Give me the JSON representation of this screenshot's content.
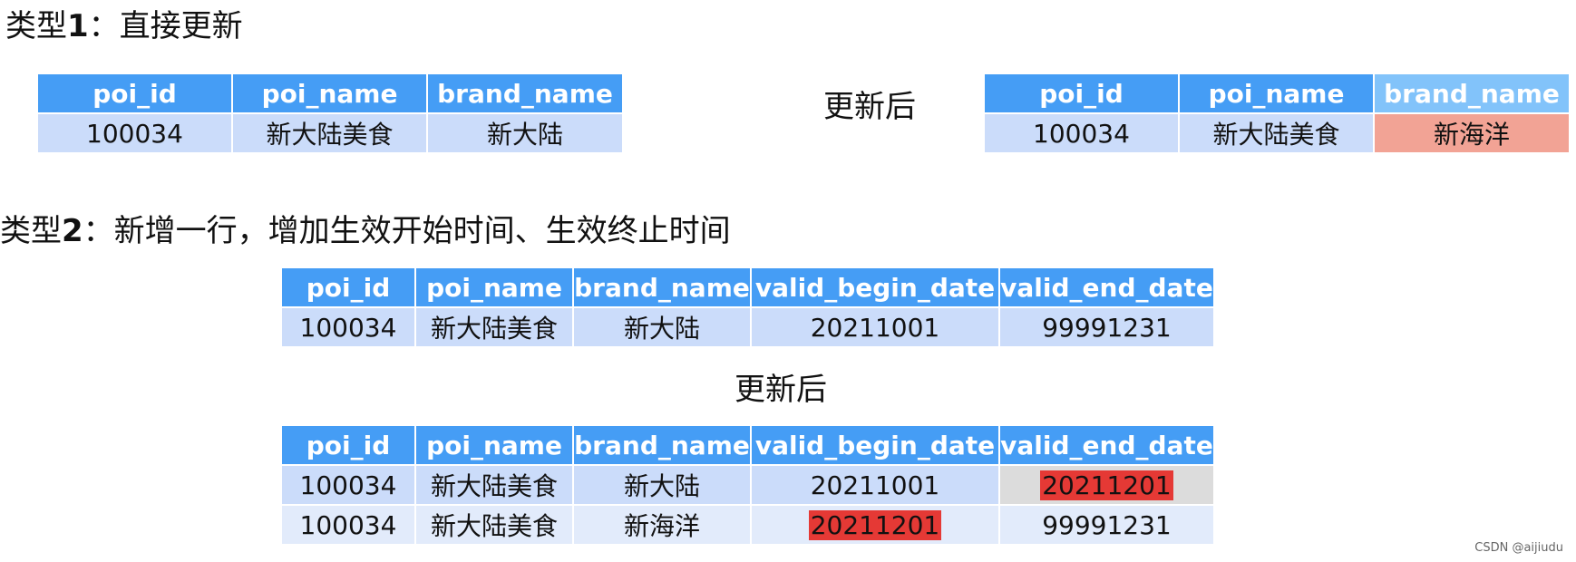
{
  "type1": {
    "heading_prefix": "类型",
    "heading_num": "1",
    "heading_suffix": "：直接更新",
    "after_label": "更新后",
    "before_table": {
      "headers": [
        "poi_id",
        "poi_name",
        "brand_name"
      ],
      "rows": [
        [
          "100034",
          "新大陆美食",
          "新大陆"
        ]
      ]
    },
    "after_table": {
      "headers": [
        "poi_id",
        "poi_name",
        "brand_name"
      ],
      "rows": [
        [
          "100034",
          "新大陆美食",
          "新海洋"
        ]
      ]
    }
  },
  "type2": {
    "heading_prefix": "类型",
    "heading_num": "2",
    "heading_suffix": "：新增一行，增加生效开始时间、生效终止时间",
    "after_label": "更新后",
    "before_table": {
      "headers": [
        "poi_id",
        "poi_name",
        "brand_name",
        "valid_begin_date",
        "valid_end_date"
      ],
      "rows": [
        [
          "100034",
          "新大陆美食",
          "新大陆",
          "20211001",
          "99991231"
        ]
      ]
    },
    "after_table": {
      "headers": [
        "poi_id",
        "poi_name",
        "brand_name",
        "valid_begin_date",
        "valid_end_date"
      ],
      "rows": [
        [
          "100034",
          "新大陆美食",
          "新大陆",
          "20211001",
          "20211201"
        ],
        [
          "100034",
          "新大陆美食",
          "新海洋",
          "20211201",
          "99991231"
        ]
      ]
    }
  },
  "colors": {
    "header_blue": "#459df5",
    "header_light_blue": "#82c3fa",
    "row_blue": "#cbdcfa",
    "row_alt_blue": "#e2ebfb",
    "changed_cell_salmon": "#f2a395",
    "highlight_red": "#e53935",
    "gray_cell": "#dcdcdc"
  },
  "watermark": "CSDN @aijiudu"
}
